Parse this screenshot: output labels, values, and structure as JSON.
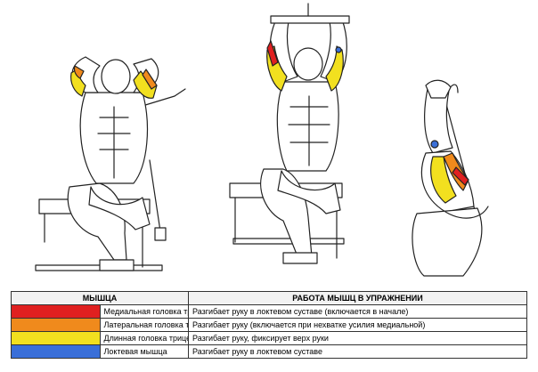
{
  "colors": {
    "medial": "#e02020",
    "lateral": "#f08a1c",
    "long": "#f2e01f",
    "anconeus": "#3a6fd8",
    "outline": "#222222"
  },
  "table": {
    "headers": {
      "muscle": "МЫШЦА",
      "work": "РАБОТА МЫШЦ В УПРАЖНЕНИИ"
    },
    "rows": [
      {
        "color_key": "medial",
        "muscle": "Медиальная головка трицепса",
        "work": "Разгибает руку в локтевом суставе (включается в начале)"
      },
      {
        "color_key": "lateral",
        "muscle": "Латеральная головка трицепса",
        "work": "Разгибает руку (включается при нехватке усилия медиальной)"
      },
      {
        "color_key": "long",
        "muscle": "Длинная головка трицепса",
        "work": "Разгибает руку, фиксирует верх руки"
      },
      {
        "color_key": "anconeus",
        "muscle": "Локтевая мышца",
        "work": "Разгибает руку в локтевом суставе"
      }
    ]
  }
}
